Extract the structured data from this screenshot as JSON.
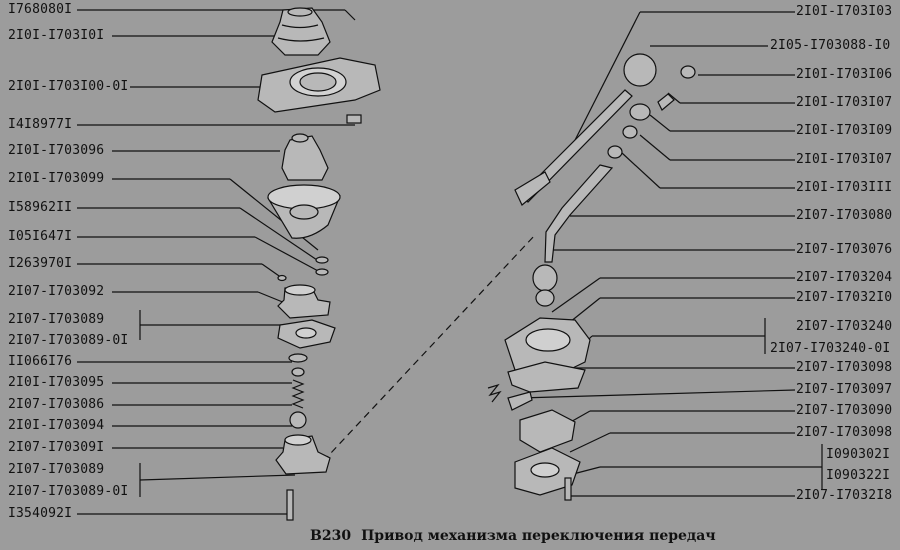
{
  "left_labels": [
    "I768080I",
    "2I0I-I703I0I",
    "2I0I-I703I00-0I",
    "I4I8977I",
    "2I0I-I703096",
    "2I0I-I703099",
    "I58962II",
    "I05I647I",
    "I263970I",
    "2I07-I703092",
    "2I07-I703089",
    "2I07-I703089-0I",
    "II066I76",
    "2I0I-I703095",
    "2I07-I703086",
    "2I0I-I703094",
    "2I07-I70309I",
    "2I07-I703089",
    "2I07-I703089-0I",
    "I354092I"
  ],
  "right_labels": [
    "2I0I-I703I03",
    "2I05-I703088-I0",
    "2I0I-I703I06",
    "2I0I-I703I07",
    "2I0I-I703I09",
    "2I0I-I703I07",
    "2I0I-I703III",
    "2I07-I703080",
    "2I07-I703076",
    "2I07-I703204",
    "2I07-I7032I0",
    "2I07-I703240",
    "2I07-I703240-0I",
    "2I07-I703098",
    "2I07-I703097",
    "2I07-I703090",
    "2I07-I703098",
    "I090302I",
    "I090322I",
    "2I07-I7032I8"
  ],
  "caption": {
    "code": "В230",
    "title": "Привод механизма переключения передач"
  }
}
